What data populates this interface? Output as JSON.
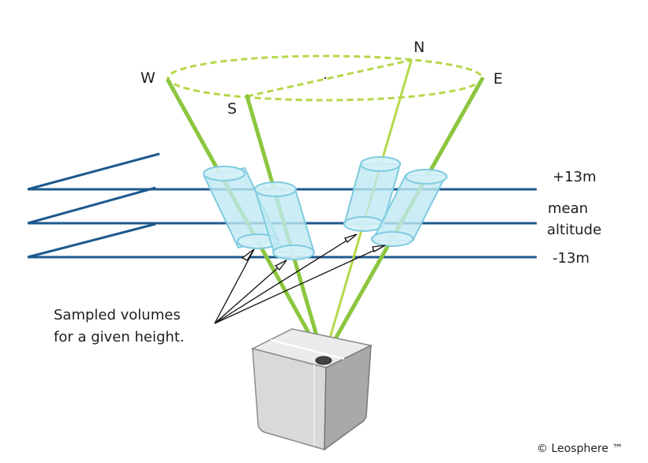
{
  "compass": {
    "north": "N",
    "south": "S",
    "east": "E",
    "west": "W"
  },
  "height_labels": {
    "upper": "+13m",
    "mean_line1": "mean",
    "mean_line2": "altitude",
    "lower": "-13m"
  },
  "caption": {
    "line1": "Sampled volumes",
    "line2": "for a given height."
  },
  "copyright": "© Leosphere ™",
  "colors": {
    "beam": "#8cc63f",
    "beam_north": "#b5d84a",
    "plane": "#1d5a8e",
    "volume_fill": "#bfe8f2",
    "volume_stroke": "#7fcbe0"
  }
}
